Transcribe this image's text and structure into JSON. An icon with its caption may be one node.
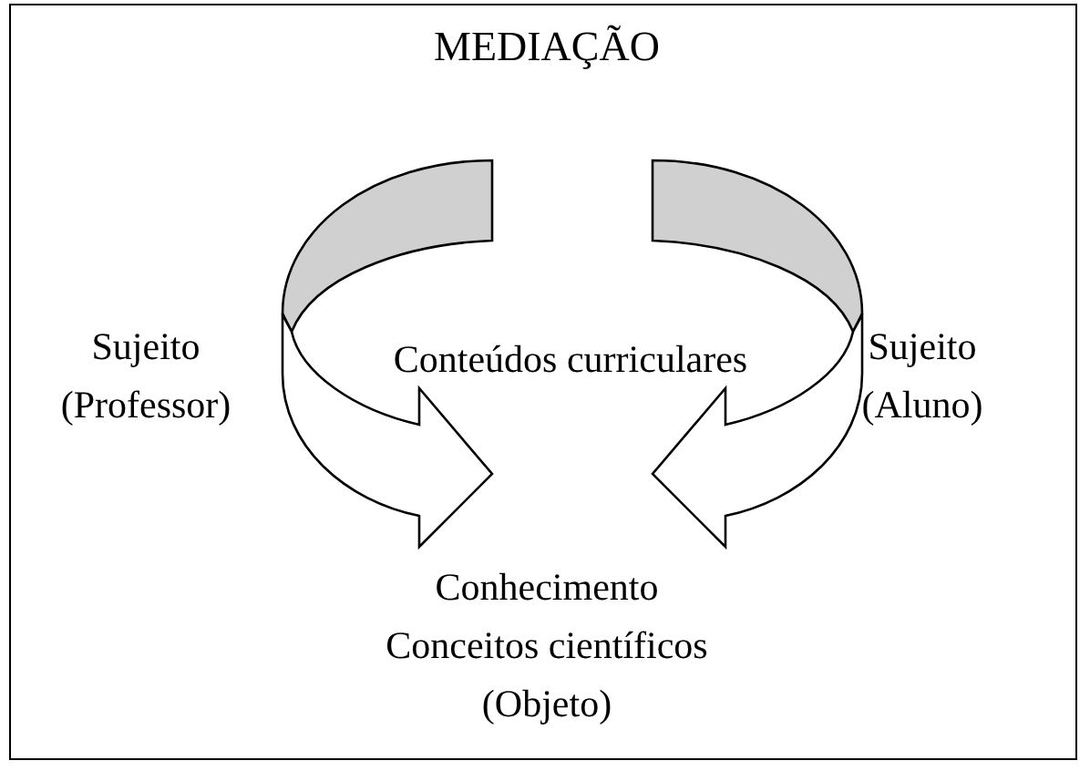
{
  "diagram": {
    "title": "MEDIAÇÃO",
    "nodes": [
      {
        "text": [
          "Sujeito (Professor)"
        ]
      },
      {
        "text": [
          "Conteúdos curriculares"
        ]
      },
      {
        "text": [
          "Sujeito (Aluno)"
        ]
      },
      {
        "text": [
          "Conhecimento Conceitos científicos (Objeto)"
        ]
      }
    ]
  }
}
